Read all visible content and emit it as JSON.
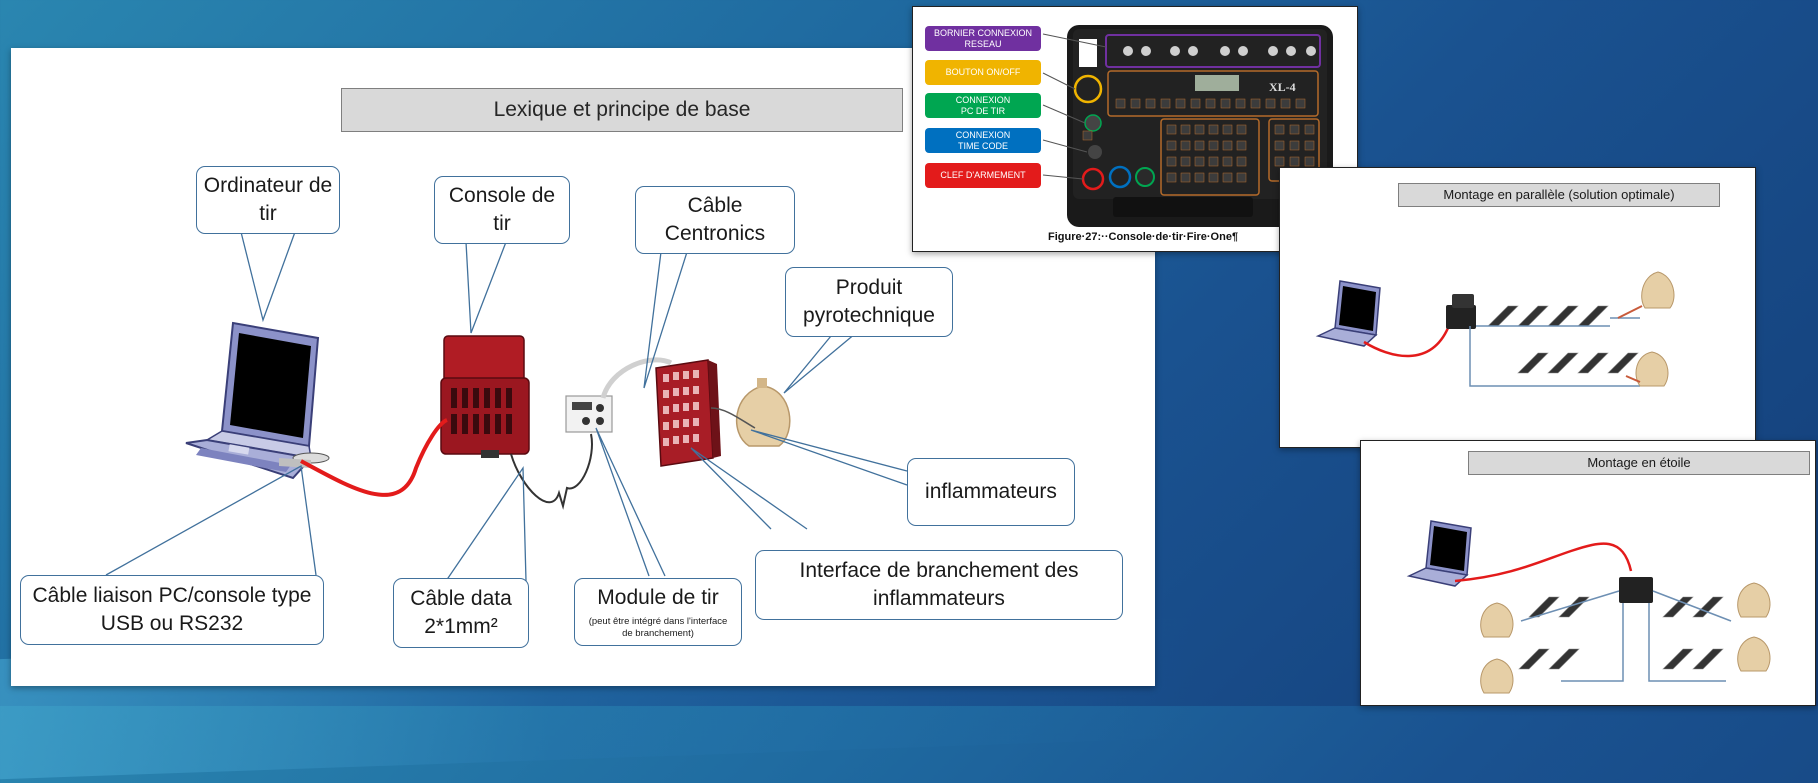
{
  "main": {
    "title": "Lexique et principe de base",
    "callouts": {
      "ordinateur": "Ordinateur de tir",
      "console": "Console de tir",
      "centronics": "Câble Centronics",
      "produit": "Produit\npyrotechnique",
      "inflammateurs": "inflammateurs",
      "interface": "Interface de branchement des\ninflammateurs",
      "module": "Module de tir",
      "module_note": "(peut être intégré dans l'interface\nde branchement)",
      "cable_data": "Câble data\n2*1mm²",
      "cable_liaison": "Câble liaison PC/console type\nUSB ou RS232"
    }
  },
  "console_figure": {
    "labels": [
      {
        "text": "BORNIER CONNEXION\nRESEAU",
        "color": "#7030a0"
      },
      {
        "text": "BOUTON ON/OFF",
        "color": "#f0b400"
      },
      {
        "text": "CONNEXION\nPC DE TIR",
        "color": "#00a651"
      },
      {
        "text": "CONNEXION\nTIME CODE",
        "color": "#0070c0"
      },
      {
        "text": "CLEF D'ARMEMENT",
        "color": "#e31b1b"
      }
    ],
    "caption": "Figure·27:··Console·de·tir·Fire·One¶",
    "device_badge": "XL-4"
  },
  "parallel": {
    "title": "Montage en parallèle (solution optimale)"
  },
  "star": {
    "title": "Montage en étoile"
  },
  "colors": {
    "callout_border": "#41719c",
    "title_fill": "#d9d9d9",
    "cable_red": "#e31b1b",
    "console_red": "#b01c24"
  }
}
